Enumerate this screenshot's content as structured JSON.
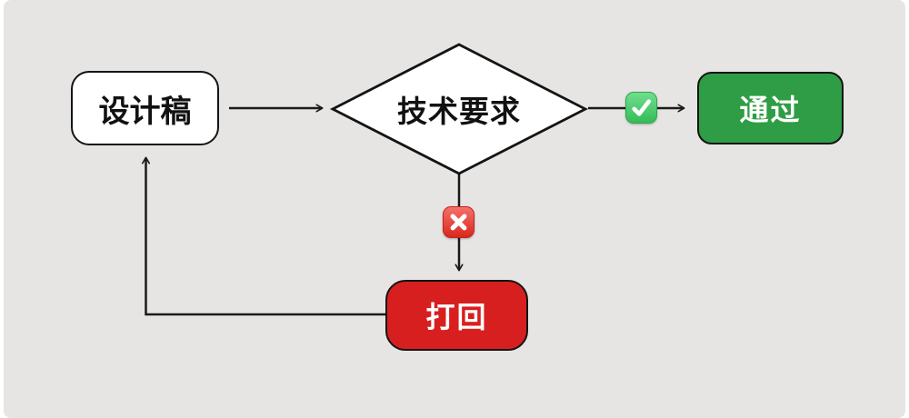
{
  "canvas": {
    "background_color": "#e6e5e3",
    "line_color": "#1a1a1a",
    "border_color": "#141414"
  },
  "nodes": {
    "design": {
      "label": "设计稿",
      "type": "process",
      "fill": "#ffffff",
      "text_color": "#111111"
    },
    "decision": {
      "label": "技术要求",
      "type": "decision",
      "fill": "#ffffff",
      "text_color": "#111111"
    },
    "pass": {
      "label": "通过",
      "type": "result",
      "fill": "#2e9d45",
      "text_color": "#ffffff"
    },
    "reject": {
      "label": "打回",
      "type": "result",
      "fill": "#d81f1f",
      "text_color": "#ffffff"
    }
  },
  "edges": [
    {
      "from": "design",
      "to": "decision",
      "icon": null
    },
    {
      "from": "decision",
      "to": "pass",
      "icon": "check-icon",
      "icon_color": "#34bd58"
    },
    {
      "from": "decision",
      "to": "reject",
      "icon": "cross-icon",
      "icon_color": "#d8281c"
    },
    {
      "from": "reject",
      "to": "design",
      "icon": null
    }
  ]
}
